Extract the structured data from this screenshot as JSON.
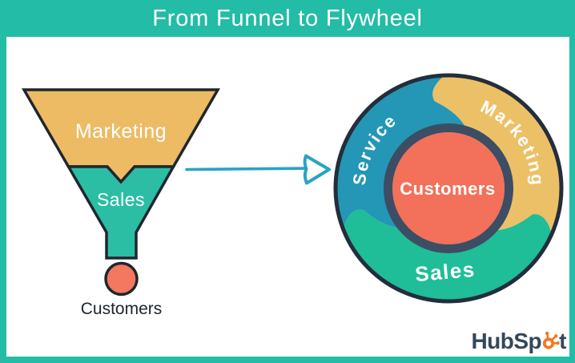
{
  "title": "From Funnel to Flywheel",
  "theme": {
    "teal": "#23BCA6",
    "outline": "#20262E",
    "dark_text": "#1B2430",
    "white": "#FFFFFF"
  },
  "funnel": {
    "stages": [
      {
        "label": "Marketing",
        "color": "#ECBB64"
      },
      {
        "label": "Sales",
        "color": "#2BBEA5"
      }
    ],
    "outcome": {
      "label": "Customers",
      "color": "#F4775F"
    }
  },
  "arrow": {
    "color": "#2BA3C2"
  },
  "flywheel": {
    "outline_color": "#232E3C",
    "ring_color": "#3D4D63",
    "center": {
      "label": "Customers",
      "color": "#F3705A"
    },
    "segments": [
      {
        "label": "Marketing",
        "color": "#ECC066",
        "from_deg": 4,
        "to_deg": 120
      },
      {
        "label": "Sales",
        "color": "#1FBD98",
        "from_deg": 120,
        "to_deg": 243
      },
      {
        "label": "Service",
        "color": "#2397B5",
        "from_deg": 243,
        "to_deg": 364
      }
    ]
  },
  "logo": {
    "name": "HubSpot",
    "text_before": "HubSp",
    "text_after": "t",
    "slate": "#33475B",
    "orange": "#F57722"
  }
}
